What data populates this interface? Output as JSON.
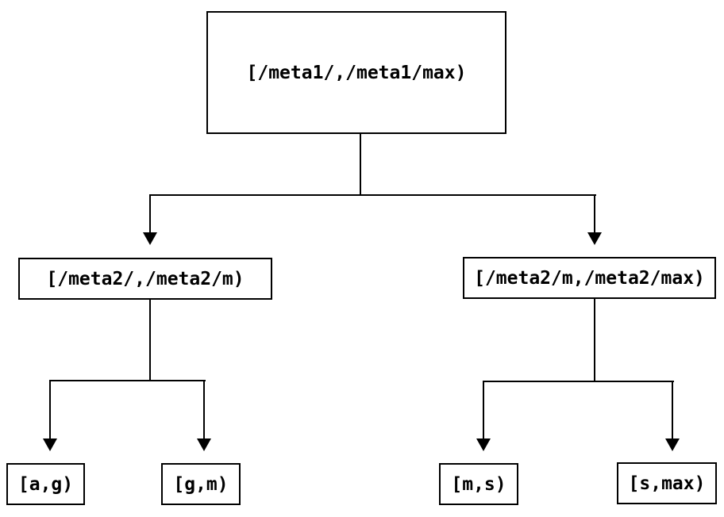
{
  "diagram": {
    "type": "tree",
    "root": {
      "label": "[/meta1/,/meta1/max)"
    },
    "level2": {
      "left": {
        "label": "[/meta2/,/meta2/m)"
      },
      "right": {
        "label": "[/meta2/m,/meta2/max)"
      }
    },
    "leaves": {
      "ag": {
        "label": "[a,g)"
      },
      "gm": {
        "label": "[g,m)"
      },
      "ms": {
        "label": "[m,s)"
      },
      "smax": {
        "label": "[s,max)"
      }
    },
    "edges": [
      {
        "from": "root",
        "to": "level2.left"
      },
      {
        "from": "root",
        "to": "level2.right"
      },
      {
        "from": "level2.left",
        "to": "leaves.ag"
      },
      {
        "from": "level2.left",
        "to": "leaves.gm"
      },
      {
        "from": "level2.right",
        "to": "leaves.ms"
      },
      {
        "from": "level2.right",
        "to": "leaves.smax"
      }
    ]
  },
  "colors": {
    "background": "#ffffff",
    "box_border": "#000000",
    "line": "#000000",
    "text": "#000000"
  }
}
